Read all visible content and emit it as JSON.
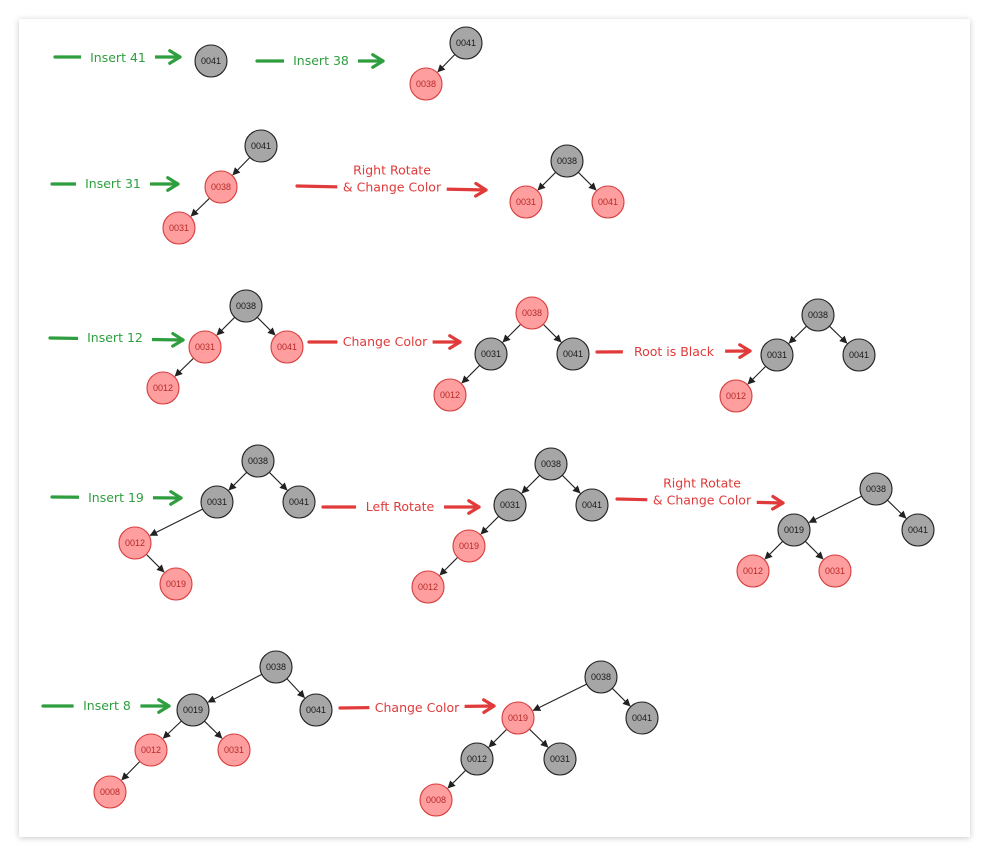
{
  "colors": {
    "black_node_fill": "#a6a6a6",
    "black_node_text": "#1a1a1a",
    "red_node_fill": "#ff9e9e",
    "red_node_stroke": "#d83c3c",
    "red_node_text": "#b52a2a",
    "insert_arrow": "#2e9e3f",
    "transform_arrow": "#e03a3a",
    "edge": "#222222"
  },
  "steps": [
    {
      "name": "insert-41",
      "trees": [
        {
          "nodes": [
            {
              "key": "0041",
              "color": "black"
            }
          ],
          "edges": []
        }
      ],
      "arrows": [
        {
          "kind": "insert",
          "label": "Insert 41"
        }
      ]
    },
    {
      "name": "insert-38",
      "trees": [
        {
          "nodes": [
            {
              "key": "0041",
              "color": "black"
            },
            {
              "key": "0038",
              "color": "red"
            }
          ],
          "edges": [
            [
              "0041",
              "0038"
            ]
          ]
        }
      ],
      "arrows": [
        {
          "kind": "insert",
          "label": "Insert 38"
        }
      ]
    },
    {
      "name": "insert-31",
      "trees": [
        {
          "nodes": [
            {
              "key": "0041",
              "color": "black"
            },
            {
              "key": "0038",
              "color": "red"
            },
            {
              "key": "0031",
              "color": "red"
            }
          ],
          "edges": [
            [
              "0041",
              "0038"
            ],
            [
              "0038",
              "0031"
            ]
          ]
        },
        {
          "nodes": [
            {
              "key": "0038",
              "color": "black"
            },
            {
              "key": "0031",
              "color": "red"
            },
            {
              "key": "0041",
              "color": "red"
            }
          ],
          "edges": [
            [
              "0038",
              "0031"
            ],
            [
              "0038",
              "0041"
            ]
          ]
        }
      ],
      "arrows": [
        {
          "kind": "insert",
          "label": "Insert 31"
        },
        {
          "kind": "transform",
          "label": "Right Rotate\n& Change Color"
        }
      ]
    },
    {
      "name": "insert-12",
      "trees": [
        {
          "nodes": [
            {
              "key": "0038",
              "color": "black"
            },
            {
              "key": "0031",
              "color": "red"
            },
            {
              "key": "0041",
              "color": "red"
            },
            {
              "key": "0012",
              "color": "red"
            }
          ],
          "edges": [
            [
              "0038",
              "0031"
            ],
            [
              "0038",
              "0041"
            ],
            [
              "0031",
              "0012"
            ]
          ]
        },
        {
          "nodes": [
            {
              "key": "0038",
              "color": "red"
            },
            {
              "key": "0031",
              "color": "black"
            },
            {
              "key": "0041",
              "color": "black"
            },
            {
              "key": "0012",
              "color": "red"
            }
          ],
          "edges": [
            [
              "0038",
              "0031"
            ],
            [
              "0038",
              "0041"
            ],
            [
              "0031",
              "0012"
            ]
          ]
        },
        {
          "nodes": [
            {
              "key": "0038",
              "color": "black"
            },
            {
              "key": "0031",
              "color": "black"
            },
            {
              "key": "0041",
              "color": "black"
            },
            {
              "key": "0012",
              "color": "red"
            }
          ],
          "edges": [
            [
              "0038",
              "0031"
            ],
            [
              "0038",
              "0041"
            ],
            [
              "0031",
              "0012"
            ]
          ]
        }
      ],
      "arrows": [
        {
          "kind": "insert",
          "label": "Insert 12"
        },
        {
          "kind": "transform",
          "label": "Change Color"
        },
        {
          "kind": "transform",
          "label": "Root is Black"
        }
      ]
    },
    {
      "name": "insert-19",
      "trees": [
        {
          "nodes": [
            {
              "key": "0038",
              "color": "black"
            },
            {
              "key": "0031",
              "color": "black"
            },
            {
              "key": "0041",
              "color": "black"
            },
            {
              "key": "0012",
              "color": "red"
            },
            {
              "key": "0019",
              "color": "red"
            }
          ],
          "edges": [
            [
              "0038",
              "0031"
            ],
            [
              "0038",
              "0041"
            ],
            [
              "0031",
              "0012"
            ],
            [
              "0012",
              "0019"
            ]
          ]
        },
        {
          "nodes": [
            {
              "key": "0038",
              "color": "black"
            },
            {
              "key": "0031",
              "color": "black"
            },
            {
              "key": "0041",
              "color": "black"
            },
            {
              "key": "0019",
              "color": "red"
            },
            {
              "key": "0012",
              "color": "red"
            }
          ],
          "edges": [
            [
              "0038",
              "0031"
            ],
            [
              "0038",
              "0041"
            ],
            [
              "0031",
              "0019"
            ],
            [
              "0019",
              "0012"
            ]
          ]
        },
        {
          "nodes": [
            {
              "key": "0038",
              "color": "black"
            },
            {
              "key": "0019",
              "color": "black"
            },
            {
              "key": "0041",
              "color": "black"
            },
            {
              "key": "0012",
              "color": "red"
            },
            {
              "key": "0031",
              "color": "red"
            }
          ],
          "edges": [
            [
              "0038",
              "0019"
            ],
            [
              "0038",
              "0041"
            ],
            [
              "0019",
              "0012"
            ],
            [
              "0019",
              "0031"
            ]
          ]
        }
      ],
      "arrows": [
        {
          "kind": "insert",
          "label": "Insert 19"
        },
        {
          "kind": "transform",
          "label": "Left Rotate"
        },
        {
          "kind": "transform",
          "label": "Right Rotate\n& Change Color"
        }
      ]
    },
    {
      "name": "insert-8",
      "trees": [
        {
          "nodes": [
            {
              "key": "0038",
              "color": "black"
            },
            {
              "key": "0019",
              "color": "black"
            },
            {
              "key": "0041",
              "color": "black"
            },
            {
              "key": "0012",
              "color": "red"
            },
            {
              "key": "0031",
              "color": "red"
            },
            {
              "key": "0008",
              "color": "red"
            }
          ],
          "edges": [
            [
              "0038",
              "0019"
            ],
            [
              "0038",
              "0041"
            ],
            [
              "0019",
              "0012"
            ],
            [
              "0019",
              "0031"
            ],
            [
              "0012",
              "0008"
            ]
          ]
        },
        {
          "nodes": [
            {
              "key": "0038",
              "color": "black"
            },
            {
              "key": "0019",
              "color": "red"
            },
            {
              "key": "0041",
              "color": "black"
            },
            {
              "key": "0012",
              "color": "black"
            },
            {
              "key": "0031",
              "color": "black"
            },
            {
              "key": "0008",
              "color": "red"
            }
          ],
          "edges": [
            [
              "0038",
              "0019"
            ],
            [
              "0038",
              "0041"
            ],
            [
              "0019",
              "0012"
            ],
            [
              "0019",
              "0031"
            ],
            [
              "0012",
              "0008"
            ]
          ]
        }
      ],
      "arrows": [
        {
          "kind": "insert",
          "label": "Insert 8"
        },
        {
          "kind": "transform",
          "label": "Change Color"
        }
      ]
    }
  ]
}
